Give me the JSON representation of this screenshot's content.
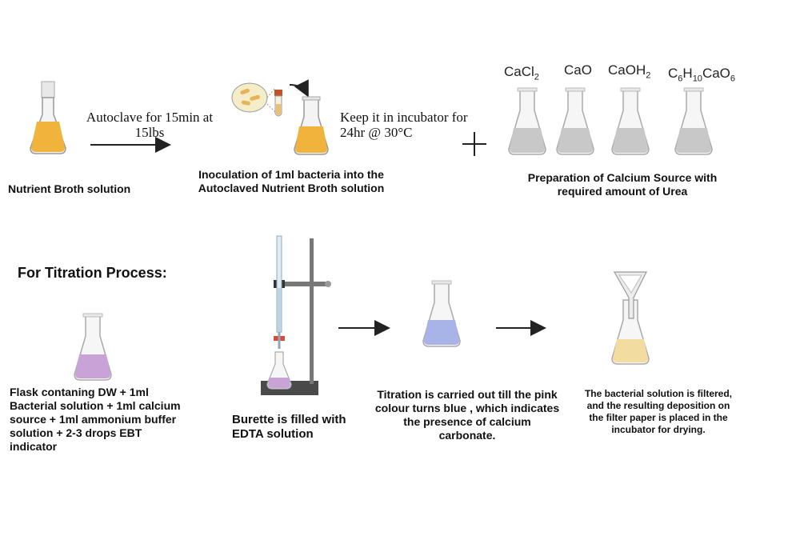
{
  "step1": {
    "label": "Nutrient Broth solution"
  },
  "arrow1": {
    "line1": "Autoclave for 15min at",
    "line2": "15lbs"
  },
  "step2": {
    "line1": "Inoculation of 1ml bacteria into the",
    "line2": "Autoclaved Nutrient Broth solution"
  },
  "incubate": {
    "line1": "Keep it in incubator for",
    "line2": "24hr @ 30°C"
  },
  "plus": "+",
  "calcium": {
    "sources": [
      {
        "base": "CaCl",
        "sub": "2"
      },
      {
        "base": "CaO",
        "sub": ""
      },
      {
        "base": "CaOH",
        "sub": "2"
      },
      {
        "parts": [
          "C",
          "6",
          "H",
          "10",
          "CaO",
          "6"
        ]
      }
    ],
    "line1": "Preparation of Calcium Source with",
    "line2": "required amount of Urea"
  },
  "titration": {
    "heading": "For Titration Process:",
    "flask_label": [
      "Flask contaning DW + 1ml",
      "Bacterial solution + 1ml calcium",
      "source + 1ml ammonium buffer",
      "solution + 2-3 drops EBT",
      "indicator"
    ],
    "burette_label": [
      "Burette is filled with",
      "EDTA solution"
    ],
    "result_label": [
      "Titration is carried out till the pink",
      "colour turns blue , which indicates",
      "the presence of calcium",
      "carbonate."
    ],
    "filter_label": [
      "The bacterial solution is filtered,",
      "and the resulting deposition on",
      "the filter paper is placed in the",
      "incubator for drying."
    ]
  },
  "colors": {
    "broth": "#f0b43c",
    "clear": "#c8c8c8",
    "pink": "#c9a3d8",
    "blue": "#a8b4e8",
    "filtrate": "#f3dca0"
  }
}
